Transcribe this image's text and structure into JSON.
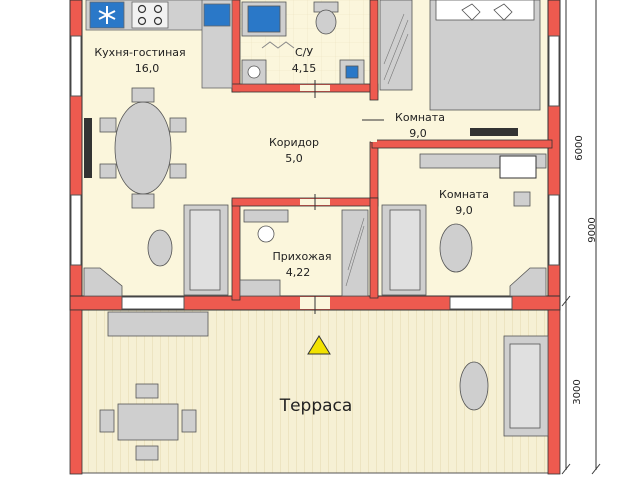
{
  "rooms": {
    "kitchen": {
      "name": "Кухня-гостиная",
      "area": "16,0"
    },
    "bathroom": {
      "name": "С/У",
      "area": "4,15"
    },
    "corridor": {
      "name": "Коридор",
      "area": "5,0"
    },
    "room_top": {
      "name": "Комната",
      "area": "9,0"
    },
    "room_mid": {
      "name": "Комната",
      "area": "9,0"
    },
    "hallway": {
      "name": "Прихожая",
      "area": "4,22"
    },
    "terrace": {
      "name": "Терраса"
    }
  },
  "dimensions": {
    "d6000": "6000",
    "d9000": "9000",
    "d3000": "3000"
  },
  "colors": {
    "wall": "#ee5a4f",
    "floor": "#fbf6dc",
    "terrace_floor": "#f6f0d4",
    "furniture": "#c8c8c8",
    "kitchen_blue": "#2a78c8",
    "entrance_marker": "#f2e200"
  },
  "icons": {
    "entrance": "triangle-up-icon"
  }
}
